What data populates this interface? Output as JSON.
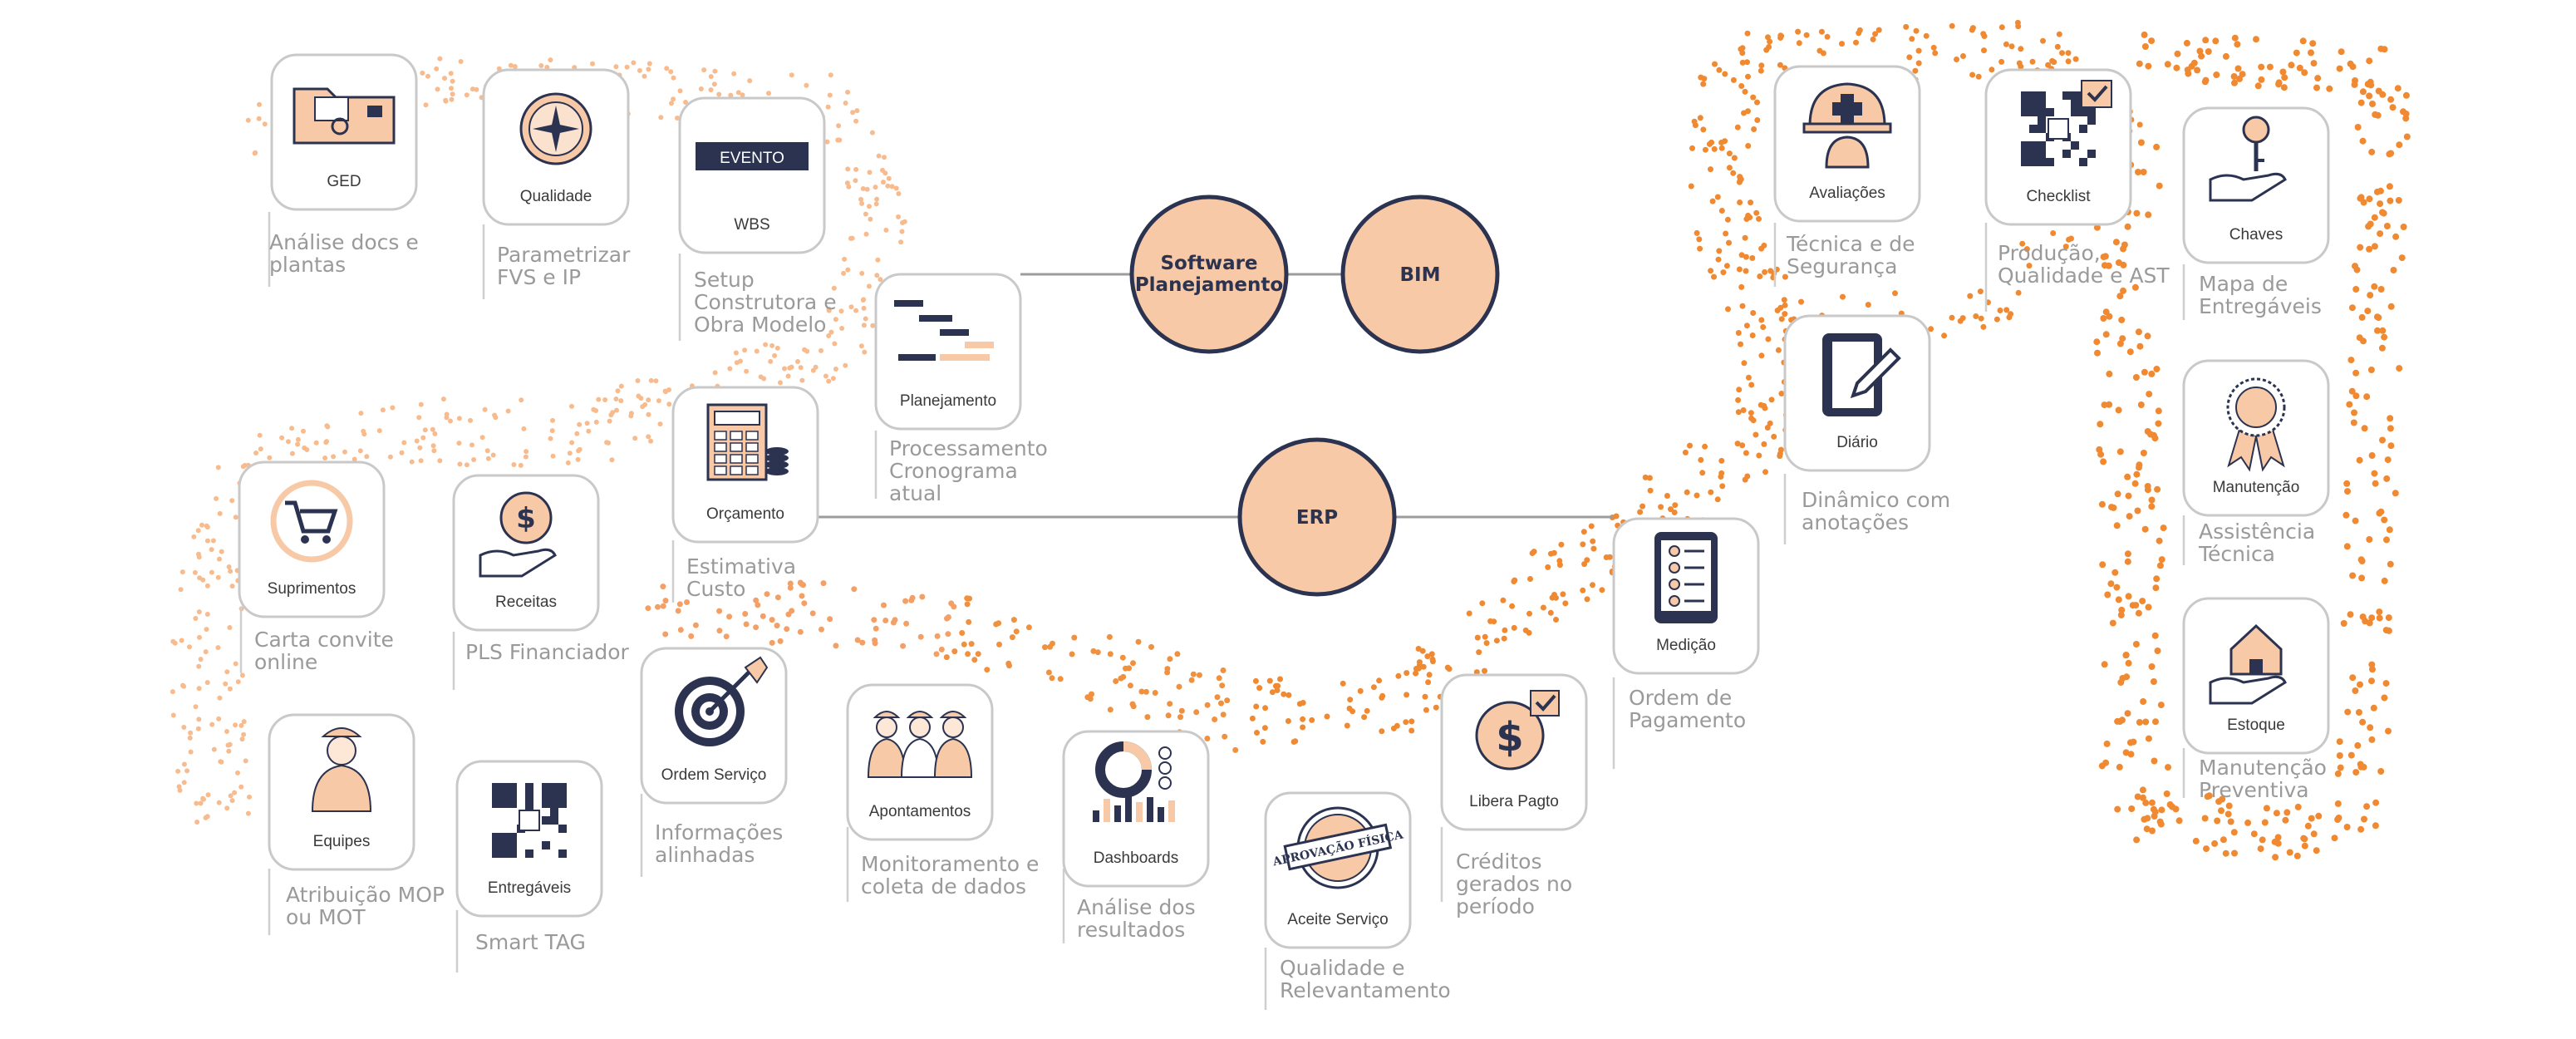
{
  "hubs": {
    "software": "Software Planejamento",
    "bim": "BIM",
    "erp": "ERP"
  },
  "cards": [
    {
      "id": "ged",
      "label": "GED",
      "icon": "folder-icon",
      "desc": "Análise docs e plantas"
    },
    {
      "id": "qualidade",
      "label": "Qualidade",
      "icon": "compass-icon",
      "desc": "Parametrizar FVS e IP"
    },
    {
      "id": "wbs",
      "label": "WBS",
      "icon": "evento-icon",
      "evento": "EVENTO",
      "desc": "Setup Construtora e Obra Modelo"
    },
    {
      "id": "planejamento",
      "label": "Planejamento",
      "icon": "gantt-icon",
      "desc": "Processamento Cronograma atual"
    },
    {
      "id": "orcamento",
      "label": "Orçamento",
      "icon": "calculator-icon",
      "desc": "Estimativa Custo"
    },
    {
      "id": "receitas",
      "label": "Receitas",
      "icon": "money-hand-icon",
      "desc": "PLS Financiador"
    },
    {
      "id": "suprimentos",
      "label": "Suprimentos",
      "icon": "cart-icon",
      "desc": "Carta convite online"
    },
    {
      "id": "equipes",
      "label": "Equipes",
      "icon": "worker-icon",
      "desc": "Atribuição MOP ou MOT"
    },
    {
      "id": "entregaveis",
      "label": "Entregáveis",
      "icon": "qr-icon",
      "desc": "Smart TAG"
    },
    {
      "id": "ordemservico",
      "label": "Ordem Serviço",
      "icon": "target-icon",
      "desc": "Informações alinhadas"
    },
    {
      "id": "apontamentos",
      "label": "Apontamentos",
      "icon": "workers-group-icon",
      "desc": "Monitoramento e coleta de dados"
    },
    {
      "id": "dashboards",
      "label": "Dashboards",
      "icon": "dashboard-icon",
      "desc": "Análise dos resultados"
    },
    {
      "id": "aceite",
      "label": "Aceite Serviço",
      "icon": "stamp-icon",
      "stamp": "APROVAÇÃO FÍSICA",
      "desc": "Qualidade e Relevantamento"
    },
    {
      "id": "liberapagto",
      "label": "Libera Pagto",
      "icon": "coin-check-icon",
      "desc": "Créditos gerados no período"
    },
    {
      "id": "medicao",
      "label": "Medição",
      "icon": "tablet-icon",
      "desc": "Ordem de Pagamento"
    },
    {
      "id": "diario",
      "label": "Diário",
      "icon": "notebook-icon",
      "desc": "Dinâmico com anotações"
    },
    {
      "id": "avaliacoes",
      "label": "Avaliações",
      "icon": "helmet-icon",
      "desc": "Técnica e de Segurança"
    },
    {
      "id": "checklist",
      "label": "Checklist",
      "icon": "qr-check-icon",
      "desc": "Produção, Qualidade e AST"
    },
    {
      "id": "chaves",
      "label": "Chaves",
      "icon": "key-hand-icon",
      "desc": "Mapa de Entregáveis"
    },
    {
      "id": "manutencao",
      "label": "Manutenção",
      "icon": "medal-icon",
      "desc": "Assistência Técnica"
    },
    {
      "id": "estoque",
      "label": "Estoque",
      "icon": "house-hand-icon",
      "desc": "Manutenção Preventiva"
    }
  ],
  "colors": {
    "navy": "#2b3350",
    "peach": "#f8c9a6",
    "orange_dots": "#f08a32",
    "light_dots": "#f7bb8e",
    "card_border": "#c9c9c9",
    "desc_text": "#9a9a9a"
  }
}
